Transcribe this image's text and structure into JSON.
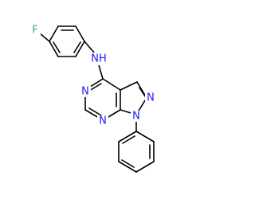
{
  "molecule": {
    "atoms": [
      {
        "id": "F",
        "label": "F",
        "color": "#3CB371"
      },
      {
        "id": "NH",
        "label": "NH",
        "color": "#1A1AFF"
      },
      {
        "id": "N5",
        "label": "N",
        "color": "#1A1AFF"
      },
      {
        "id": "N7",
        "label": "N",
        "color": "#1A1AFF"
      },
      {
        "id": "N1",
        "label": "N",
        "color": "#1A1AFF"
      },
      {
        "id": "N2",
        "label": "N",
        "color": "#1A1AFF"
      }
    ],
    "colors": {
      "bond": "#000000",
      "nitrogen": "#1A1AFF",
      "fluorine": "#3CB371",
      "background": "#FFFFFF"
    }
  }
}
